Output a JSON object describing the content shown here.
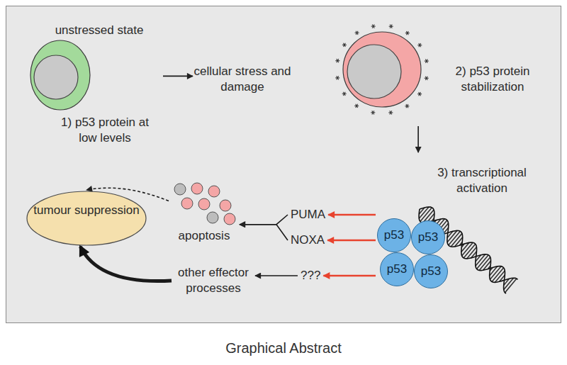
{
  "diagram": {
    "caption": "Graphical Abstract",
    "nodes": [
      {
        "text": [
          "unstressed state",
          "1) p53 protein at low levels"
        ]
      },
      {
        "text": [
          "cellular stress and damage"
        ]
      },
      {
        "text": [
          "2) p53 protein stabilization"
        ]
      },
      {
        "text": [
          "3) transcriptional activation"
        ]
      },
      {
        "text": [
          "p53"
        ],
        "in": 3
      },
      {
        "text": [
          "p53"
        ],
        "in": 3
      },
      {
        "text": [
          "p53"
        ],
        "in": 3
      },
      {
        "text": [
          "p53"
        ],
        "in": 3
      },
      {
        "text": [
          "PUMA"
        ]
      },
      {
        "text": [
          "NOXA"
        ]
      },
      {
        "text": [
          "???"
        ]
      },
      {
        "text": [
          "apoptosis"
        ]
      },
      {
        "text": [
          "other effector processes"
        ]
      },
      {
        "text": [
          "tumour suppression"
        ]
      }
    ],
    "edges": [
      {
        "from": 0,
        "to": 1,
        "arrow": "to"
      },
      {
        "from": 2,
        "to": 3,
        "arrow": "to"
      },
      {
        "from": 3,
        "to": 8,
        "arrow": "to"
      },
      {
        "from": 3,
        "to": 9,
        "arrow": "to"
      },
      {
        "from": 3,
        "to": 10,
        "arrow": "to"
      },
      {
        "from": 8,
        "to": 11,
        "arrow": "to"
      },
      {
        "from": 9,
        "to": 11,
        "arrow": "to"
      },
      {
        "from": 10,
        "to": 12,
        "arrow": "to"
      },
      {
        "from": 11,
        "to": 13,
        "arrow": "to"
      },
      {
        "from": 12,
        "to": 13,
        "arrow": "to"
      }
    ]
  }
}
